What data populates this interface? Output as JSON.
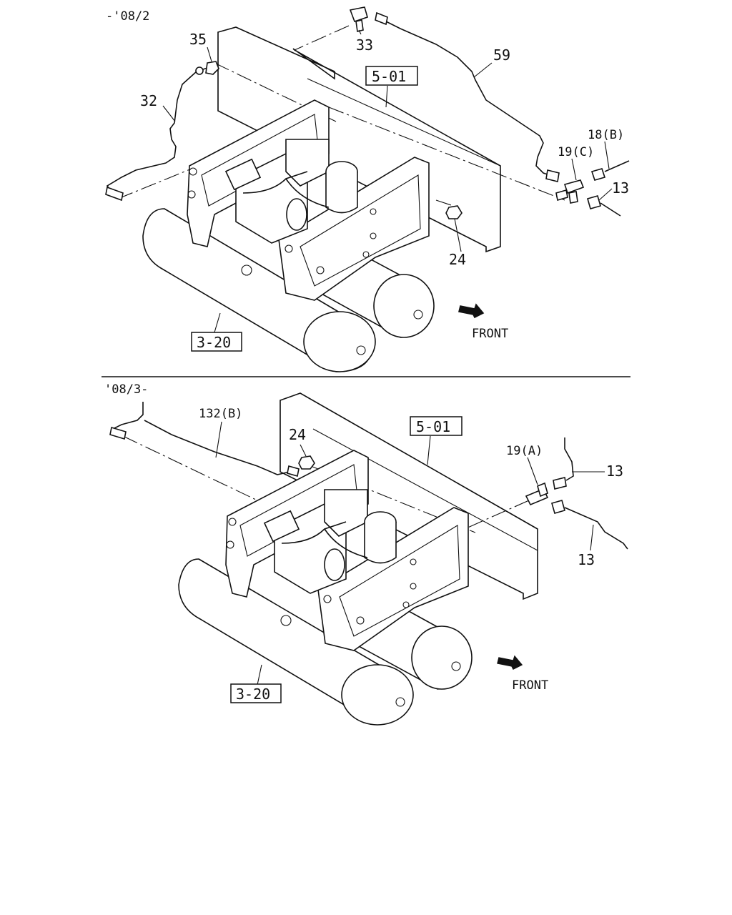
{
  "panel_top": {
    "date_range": "-'08/2",
    "parts": {
      "p35": "35",
      "p33": "33",
      "p59": "59",
      "p32": "32",
      "p18b": "18(B)",
      "p19c": "19(C)",
      "p13": "13",
      "p24": "24"
    },
    "refs": {
      "frame": "5-01",
      "tank": "3-20"
    },
    "direction": "FRONT"
  },
  "panel_bottom": {
    "date_range": "'08/3-",
    "parts": {
      "p132b": "132(B)",
      "p24": "24",
      "p19a": "19(A)",
      "p13a": "13",
      "p13b": "13"
    },
    "refs": {
      "frame": "5-01",
      "tank": "3-20"
    },
    "direction": "FRONT"
  }
}
